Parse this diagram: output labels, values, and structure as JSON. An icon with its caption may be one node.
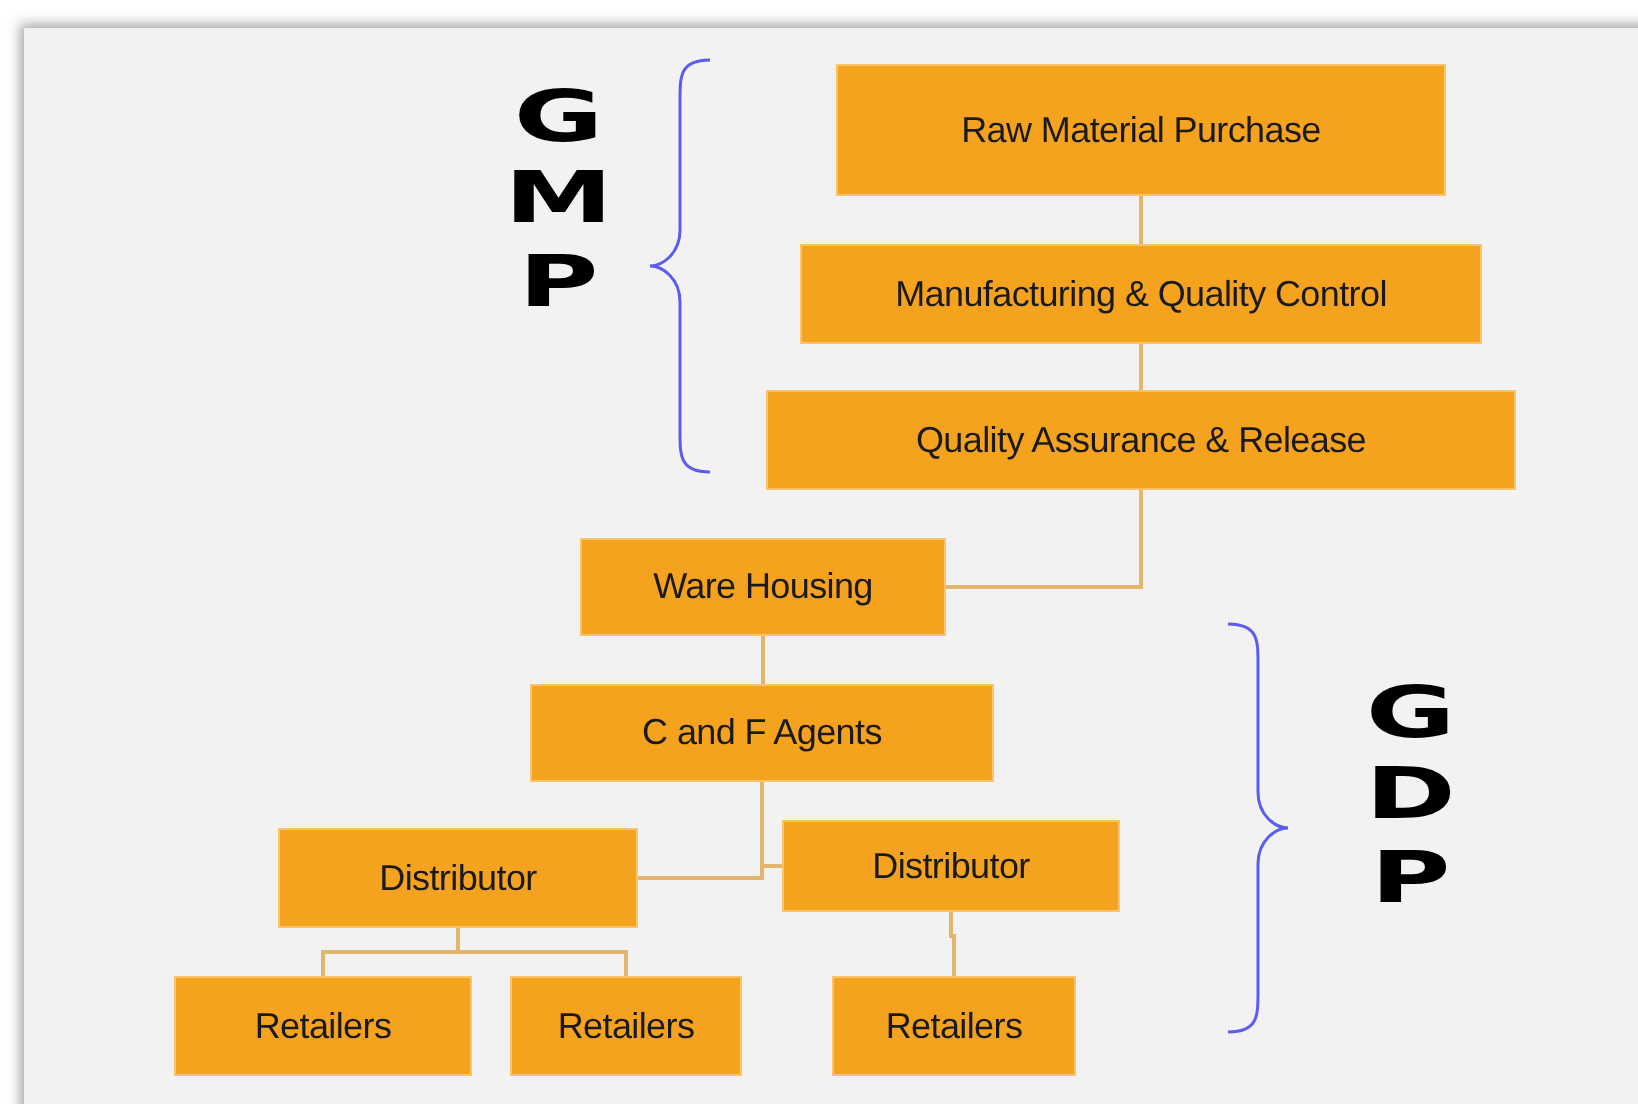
{
  "diagram": {
    "nodes": [
      {
        "text": [
          "Raw Material Purchase"
        ]
      },
      {
        "text": [
          "Manufacturing & Quality Control"
        ]
      },
      {
        "text": [
          "Quality Assurance & Release"
        ]
      },
      {
        "text": [
          "Ware Housing"
        ]
      },
      {
        "text": [
          "C and F Agents"
        ]
      },
      {
        "text": [
          "Distributor"
        ]
      },
      {
        "text": [
          "Distributor"
        ]
      },
      {
        "text": [
          "Retailers"
        ]
      },
      {
        "text": [
          "Retailers"
        ]
      },
      {
        "text": [
          "Retailers"
        ]
      }
    ],
    "edges": [
      {
        "from": 0,
        "to": 1,
        "arrow": "none"
      },
      {
        "from": 1,
        "to": 2,
        "arrow": "none"
      },
      {
        "from": 2,
        "to": 3,
        "arrow": "none"
      },
      {
        "from": 3,
        "to": 4,
        "arrow": "none"
      },
      {
        "from": 4,
        "to": 5,
        "arrow": "none"
      },
      {
        "from": 4,
        "to": 6,
        "arrow": "none"
      },
      {
        "from": 5,
        "to": 7,
        "arrow": "none"
      },
      {
        "from": 5,
        "to": 8,
        "arrow": "none"
      },
      {
        "from": 6,
        "to": 9,
        "arrow": "none"
      }
    ],
    "labels": [
      "GMP",
      "GDP"
    ]
  }
}
